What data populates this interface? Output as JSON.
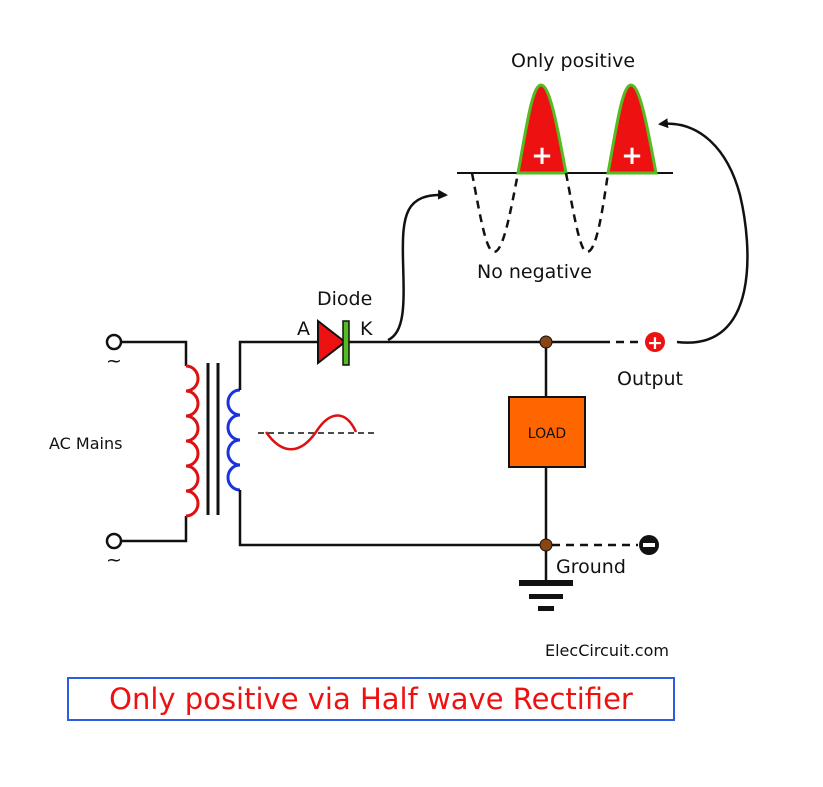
{
  "labels": {
    "only_positive": "Only positive",
    "no_negative": "No negative",
    "diode": "Diode",
    "anode": "A",
    "cathode": "K",
    "output": "Output",
    "ac_mains": "AC Mains",
    "load": "LOAD",
    "ground": "Ground",
    "credit": "ElecCircuit.com",
    "caption": "Only positive via Half wave Rectifier",
    "plus_sign": "+",
    "ac_symbol": "~"
  },
  "colors": {
    "primary_coil": "#dd1111",
    "secondary_coil": "#1a33dd",
    "positive_wave": "#ee1111",
    "wave_outline": "#55bb22",
    "diode_body": "#ee1111",
    "diode_band": "#55bb22",
    "load": "#ff6600",
    "junction": "#8b4513",
    "caption_text": "#ee1111",
    "caption_border": "#2d5be3"
  }
}
